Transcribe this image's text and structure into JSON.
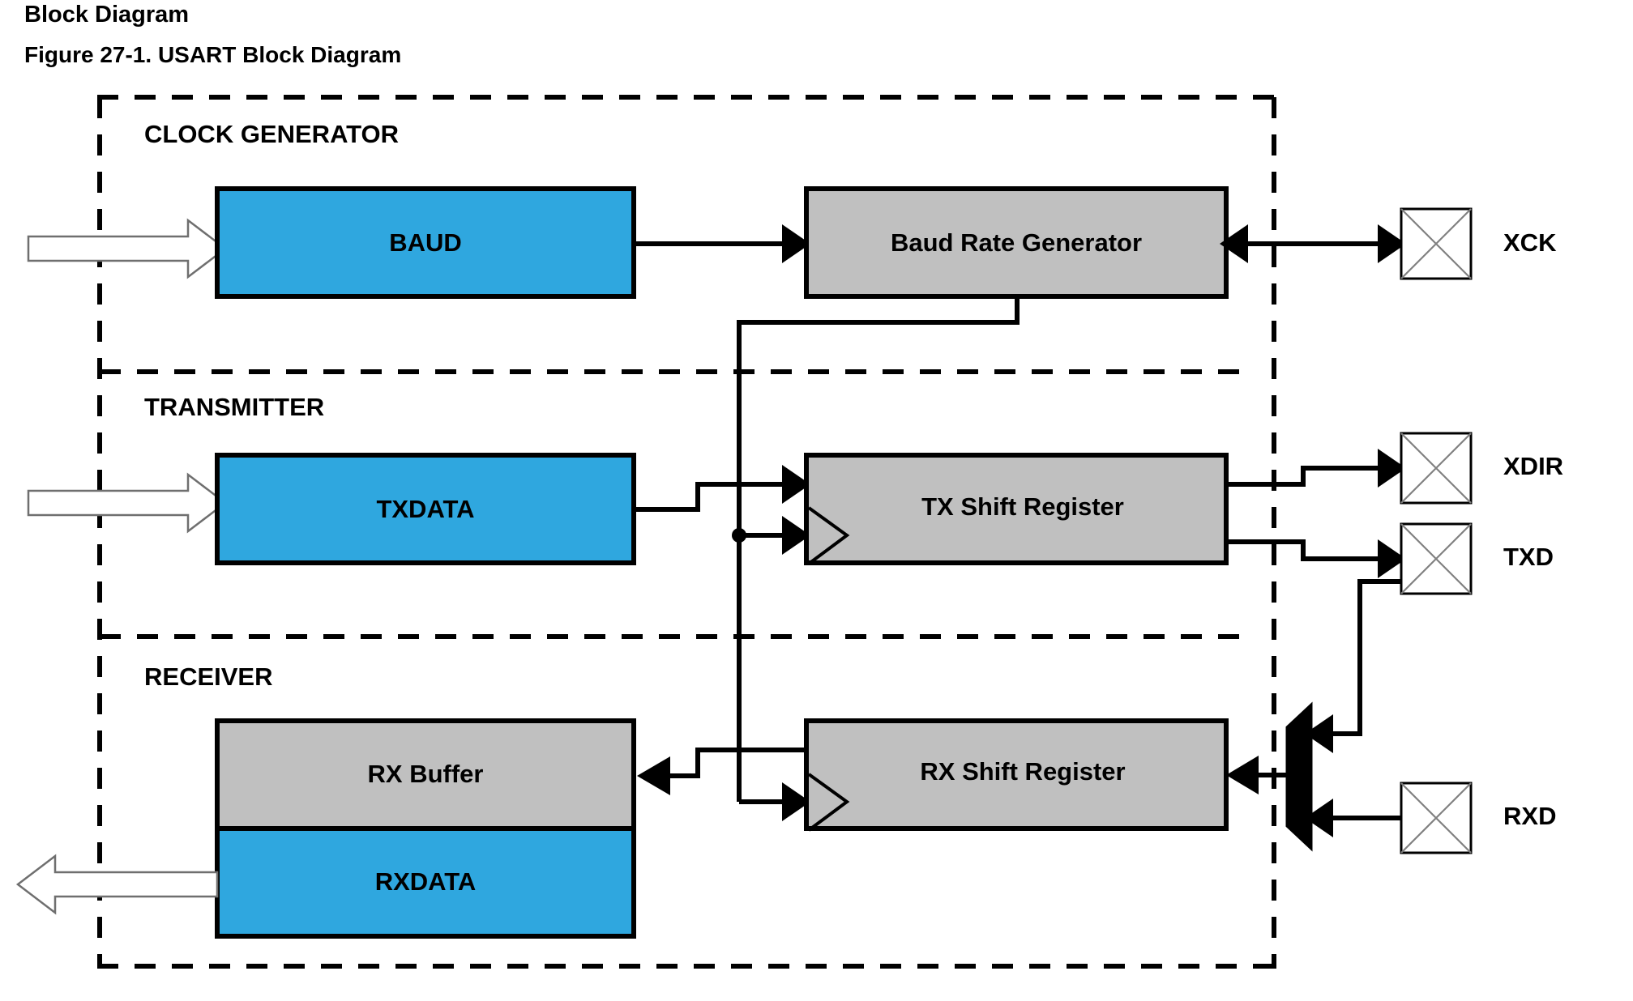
{
  "page": {
    "doc_heading": "Block Diagram",
    "figure_caption": "Figure 27-1.  USART Block Diagram"
  },
  "diagram": {
    "title": "USART Block Diagram",
    "sections": [
      {
        "id": "clock-generator",
        "label": "CLOCK GENERATOR"
      },
      {
        "id": "transmitter",
        "label": "TRANSMITTER"
      },
      {
        "id": "receiver",
        "label": "RECEIVER"
      }
    ],
    "blocks": [
      {
        "id": "baud",
        "label": "BAUD",
        "fill": "#2FA7DF",
        "section": "clock-generator"
      },
      {
        "id": "baud-rate-generator",
        "label": "Baud Rate Generator",
        "fill": "#C0C0C0",
        "section": "clock-generator"
      },
      {
        "id": "txdata",
        "label": "TXDATA",
        "fill": "#2FA7DF",
        "section": "transmitter"
      },
      {
        "id": "tx-shift-register",
        "label": "TX Shift Register",
        "fill": "#C0C0C0",
        "section": "transmitter"
      },
      {
        "id": "rx-buffer",
        "label": "RX Buffer",
        "fill": "#C0C0C0",
        "section": "receiver"
      },
      {
        "id": "rxdata",
        "label": "RXDATA",
        "fill": "#2FA7DF",
        "section": "receiver"
      },
      {
        "id": "rx-shift-register",
        "label": "RX Shift Register",
        "fill": "#C0C0C0",
        "section": "receiver"
      }
    ],
    "pins": [
      {
        "id": "xck",
        "label": "XCK",
        "direction": "bidirectional"
      },
      {
        "id": "xdir",
        "label": "XDIR",
        "direction": "output"
      },
      {
        "id": "txd",
        "label": "TXD",
        "direction": "output"
      },
      {
        "id": "rxd",
        "label": "RXD",
        "direction": "input"
      }
    ],
    "mux": {
      "id": "rx-input-mux",
      "label": ""
    },
    "colors": {
      "register_blue": "#2FA7DF",
      "logic_gray": "#C0C0C0",
      "line_black": "#000000",
      "pad_white": "#FFFFFF",
      "pad_cross_gray": "#808080",
      "background": "#FFFFFF"
    },
    "bus_arrows": [
      {
        "id": "baud-bus-in",
        "target": "baud",
        "style": "hollow"
      },
      {
        "id": "txdata-bus-in",
        "target": "txdata",
        "style": "hollow"
      },
      {
        "id": "rxdata-bus-out",
        "source": "rxdata",
        "style": "hollow"
      }
    ]
  }
}
